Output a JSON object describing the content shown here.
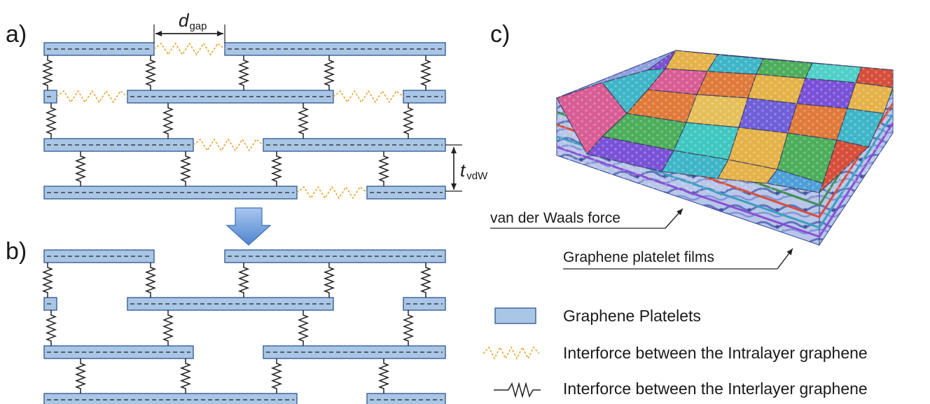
{
  "panels": {
    "a": "a)",
    "b": "b)",
    "c": "c)"
  },
  "dimensions": {
    "gap": {
      "symbol": "d",
      "subscript": "gap"
    },
    "vdw": {
      "symbol": "t",
      "subscript": "vdW"
    }
  },
  "callouts": {
    "vdw_force": "van der Waals force",
    "platelet_films": "Graphene platelet films"
  },
  "legend": [
    {
      "label": "Graphene Platelets",
      "icon": "platelet-swatch"
    },
    {
      "label": "Interforce between the Intralayer graphene",
      "icon": "dashed-wave"
    },
    {
      "label": "Interforce between the Interlayer graphene",
      "icon": "spring"
    }
  ],
  "colors": {
    "platelet_fill": "#a9c6e6",
    "platelet_edge": "#3a5f93",
    "intralayer_force": "#e7a22f",
    "interlayer_force": "#222222",
    "arrow": "#5b8fd1"
  }
}
